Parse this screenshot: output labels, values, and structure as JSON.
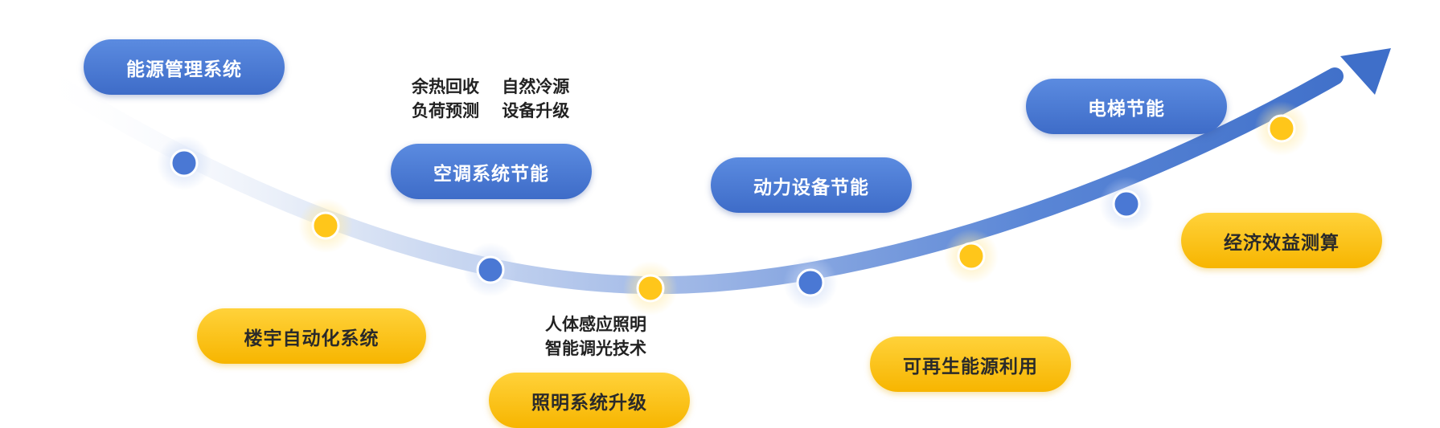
{
  "colors": {
    "blue": "#4a78d4",
    "gold": "#ffc61a",
    "arrow": "#3f6fc9"
  },
  "nodes": {
    "energy_mgmt": "能源管理系统",
    "hvac": "空调系统节能",
    "power_equipment": "动力设备节能",
    "elevator": "电梯节能",
    "building_automation": "楼宇自动化系统",
    "lighting_upgrade": "照明系统升级",
    "renewable": "可再生能源利用",
    "economic_benefit": "经济效益测算"
  },
  "notes": {
    "hvac_line1": "余热回收　 自然冷源",
    "hvac_line2": "负荷预测　 设备升级",
    "lighting_line1": "人体感应照明",
    "lighting_line2": "智能调光技术"
  },
  "markers": [
    "blue",
    "gold",
    "blue",
    "gold",
    "blue",
    "gold",
    "blue",
    "gold"
  ]
}
